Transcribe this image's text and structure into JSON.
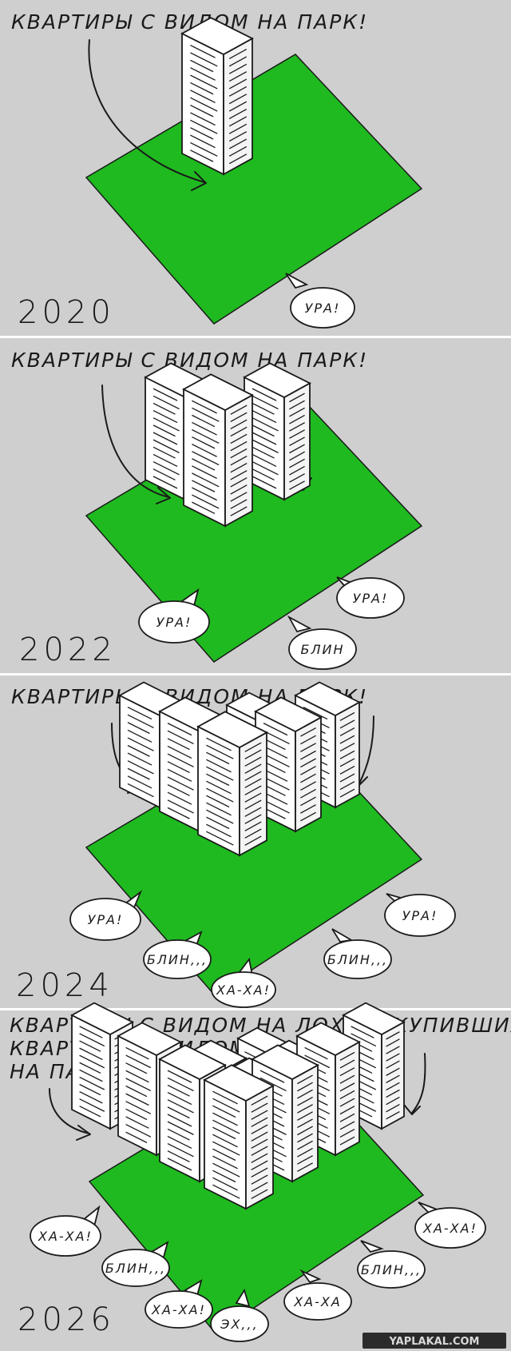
{
  "colors": {
    "panel_bg": "#cfcfcf",
    "park": "#1fba1f",
    "ink": "#1a1a1a",
    "divider": "#ffffff",
    "watermark_bg": "#2b2b2b",
    "watermark_fg": "#d9d9d9"
  },
  "panels": [
    {
      "caption_lines": [
        "КВАРТИРЫ С ВИДОМ НА ПАРК!"
      ],
      "year": "2020",
      "bubbles": [
        {
          "text": "УРА!"
        }
      ]
    },
    {
      "caption_lines": [
        "КВАРТИРЫ С ВИДОМ НА ПАРК!"
      ],
      "year": "2022",
      "bubbles": [
        {
          "text": "УРА!"
        },
        {
          "text": "УРА!"
        },
        {
          "text": "БЛИН"
        }
      ]
    },
    {
      "caption_lines": [
        "КВАРТИРЫ С ВИДОМ НА ПАРК!"
      ],
      "year": "2024",
      "bubbles": [
        {
          "text": "УРА!"
        },
        {
          "text": "УРА!"
        },
        {
          "text": "БЛИН,,,"
        },
        {
          "text": "БЛИН,,,"
        },
        {
          "text": "ХА-ХА!"
        }
      ]
    },
    {
      "caption_lines": [
        "КВАРТИРЫ С ВИДОМ НА ЛОХОВ, КУПИВШИХ",
        "КВАРТИРЫ С ВИДОМ",
        "НА ПАРК!"
      ],
      "year": "2026",
      "bubbles": [
        {
          "text": "ХА-ХА!"
        },
        {
          "text": "ХА-ХА!"
        },
        {
          "text": "БЛИН,,,"
        },
        {
          "text": "БЛИН,,,"
        },
        {
          "text": "ХА-ХА!"
        },
        {
          "text": "ЭХ,,,"
        },
        {
          "text": "ХА-ХА"
        }
      ]
    }
  ],
  "watermark": {
    "text": "YAPLAKAL.COM"
  }
}
